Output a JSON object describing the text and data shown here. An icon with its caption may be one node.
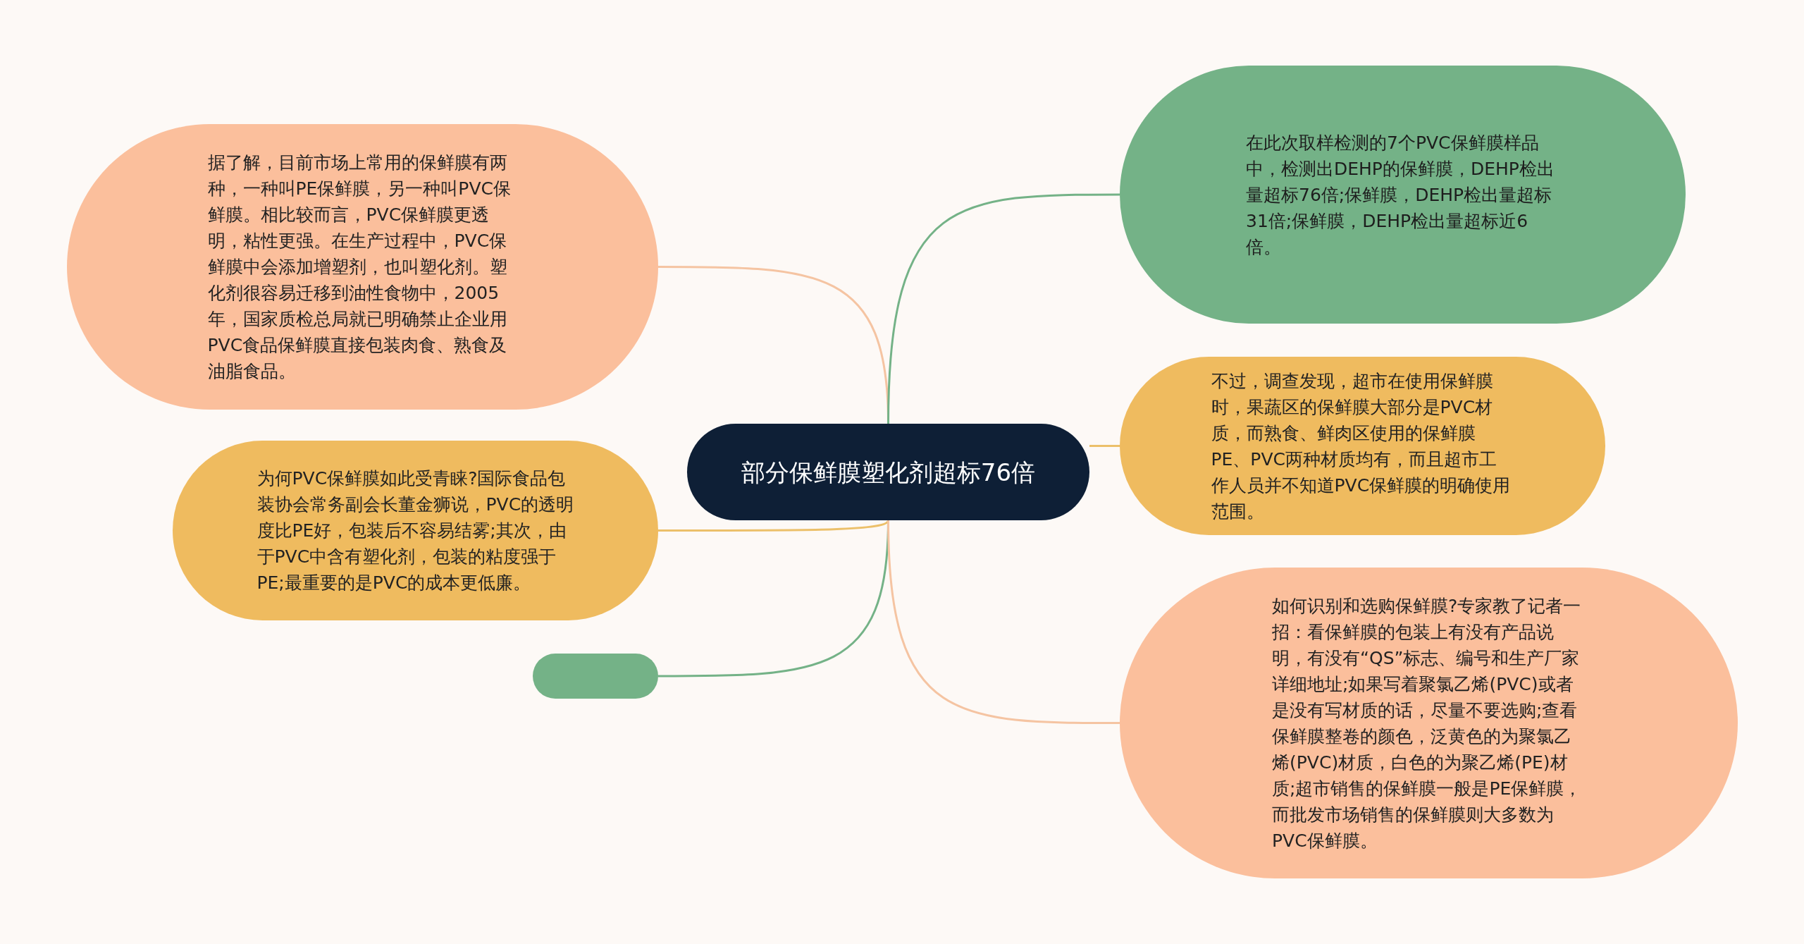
{
  "diagram": {
    "nodes": [
      {
        "text": [
          "部分保鲜膜塑化剂超标76倍"
        ]
      },
      {
        "text": [
          "据了解，目前市场上常用的保鲜膜有两种，一种叫PE保鲜膜，另一种叫PVC保鲜膜。相比较而言，PVC保鲜膜更透明，粘性更强。在生产过程中，PVC保鲜膜中会添加增塑剂，也叫塑化剂。塑化剂很容易迁移到油性食物中，2005年，国家质检总局就已明确禁止企业用PVC食品保鲜膜直接包装肉食、熟食及油脂食品。"
        ]
      },
      {
        "text": [
          "为何PVC保鲜膜如此受青睐?国际食品包装协会常务副会长董金狮说，PVC的透明度比PE好，包装后不容易结雾;其次，由于PVC中含有塑化剂，包装的粘度强于PE;最重要的是PVC的成本更低廉。"
        ]
      },
      {
        "text": [],
        "shape": "box"
      },
      {
        "text": [
          "在此次取样检测的7个PVC保鲜膜样品中，检测出DEHP的保鲜膜，DEHP检出量超标76倍;保鲜膜，DEHP检出量超标31倍;保鲜膜，DEHP检出量超标近6倍。"
        ]
      },
      {
        "text": [
          "不过，调查发现，超市在使用保鲜膜时，果蔬区的保鲜膜大部分是PVC材质，而熟食、鲜肉区使用的保鲜膜PE、PVC两种材质均有，而且超市工作人员并不知道PVC保鲜膜的明确使用范围。"
        ]
      },
      {
        "text": [
          "如何识别和选购保鲜膜?专家教了记者一招：看保鲜膜的包装上有没有产品说明，有没有“QS”标志、编号和生产厂家详细地址;如果写着聚氯乙烯(PVC)或者是没有写材质的话，尽量不要选购;查看保鲜膜整卷的颜色，泛黄色的为聚氯乙烯(PVC)材质，白色的为聚乙烯(PE)材质;超市销售的保鲜膜一般是PE保鲜膜，而批发市场销售的保鲜膜则大多数为PVC保鲜膜。"
        ]
      }
    ],
    "edges": [
      {
        "from": 0,
        "to": 1,
        "arrow": "none",
        "color": "#f5c4a2"
      },
      {
        "from": 0,
        "to": 2,
        "arrow": "none",
        "color": "#ecc06a"
      },
      {
        "from": 0,
        "to": 3,
        "arrow": "none",
        "color": "#74b287"
      },
      {
        "from": 0,
        "to": 4,
        "arrow": "none",
        "color": "#74b287"
      },
      {
        "from": 0,
        "to": 5,
        "arrow": "none",
        "color": "#ecc06a"
      },
      {
        "from": 0,
        "to": 6,
        "arrow": "none",
        "color": "#f5c4a2"
      }
    ]
  }
}
